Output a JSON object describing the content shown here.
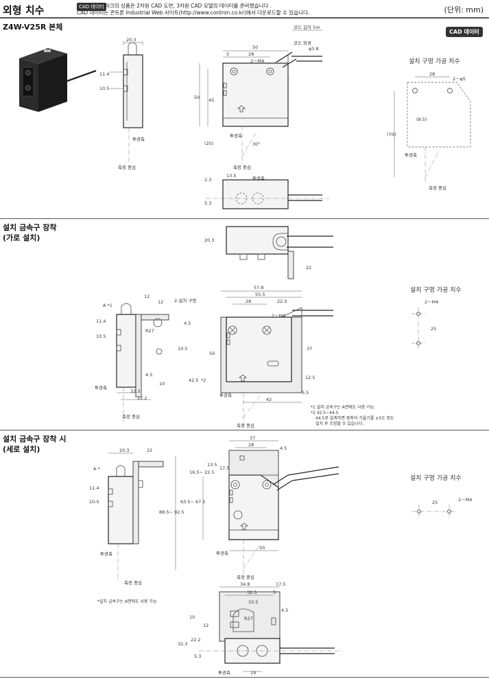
{
  "header": {
    "title": "외형 치수",
    "cad_badge": "CAD 데이터",
    "line1": "마크의 상품은 2차원 CAD 도면, 3차원 CAD 모델의 데이터를 준비했습니다 .",
    "line2": "CAD 데이터는 콘트론 Industrial Web 사이트(http://www.contron.co.kr)에서 다운로드할 수 있습니다.",
    "unit": "(단위: mm)"
  },
  "sections": {
    "body": {
      "title": "Z4W-V25R 본체",
      "cad_button": "CAD 데이터"
    },
    "horizontal": {
      "title_line1": "설치 금속구 장착",
      "title_line2": "(가로 설치)"
    },
    "vertical": {
      "title_line1": "설치 금속구 장착 시",
      "title_line2": "(세로 설치)"
    }
  },
  "hole_titles": {
    "body": "설치 구멍 가공 치수",
    "horizontal": "설치 구멍 가공 치수",
    "vertical": "설치 구멍 가공 치수"
  },
  "labels": {
    "emit_axis": "투광축",
    "measure_center": "측정 중심",
    "cord_length": "코드 길이 5m",
    "cord_dia_1": "코드 외경",
    "cord_dia_2": "φ3.8",
    "two_m4": "2－M4",
    "two_phi5": "2－φ5",
    "two_holes": "2-설치 구멍",
    "a_star1": "A *1",
    "a_star": "A *",
    "r27": "R27",
    "star2": "*2",
    "deg30": "30°"
  },
  "dims": {
    "d20_3": "20.3",
    "d11_4": "11.4",
    "d10_5": "10.5",
    "d50": "50",
    "d5": "5",
    "d28": "28",
    "d45": "45",
    "d25p": "(25)",
    "d70p": "(70)",
    "d8_5p": "(8.5)",
    "d2_3": "2.3",
    "d13_5": "13.5",
    "d5_3": "5.3",
    "d22": "22",
    "d57_8": "57.8",
    "d55_5": "55.5",
    "d22_5": "22.5",
    "d12": "12",
    "d4_5": "4.5",
    "d37": "37",
    "d12_5": "12.5",
    "d5_5": "5.5",
    "d42": "42",
    "d42_5": "42.5",
    "d32_3": "32.3",
    "d22_2": "22.2",
    "d10": "10",
    "d25": "25",
    "d17_5": "17.5",
    "d16_5_22_5": "16.5~ 22.5",
    "d63_5_67_5": "63.5~ 67.5",
    "d88_5_92_5": "88.5~ 92.5",
    "d34_8": "34.8",
    "d32_5": "32.5",
    "d19": "19"
  },
  "notes": {
    "h1": "*1 설치 금속구는 A면에도 사용 가능.",
    "h2": "*2 42.5~44.5",
    "h3": "44.5로 설계하면 광축의 기울기를 ±5도 정도",
    "h4": "설치 후 조정할 수 있습니다.",
    "v1": "*설치 금속구는 A면에도 사용 가능"
  }
}
